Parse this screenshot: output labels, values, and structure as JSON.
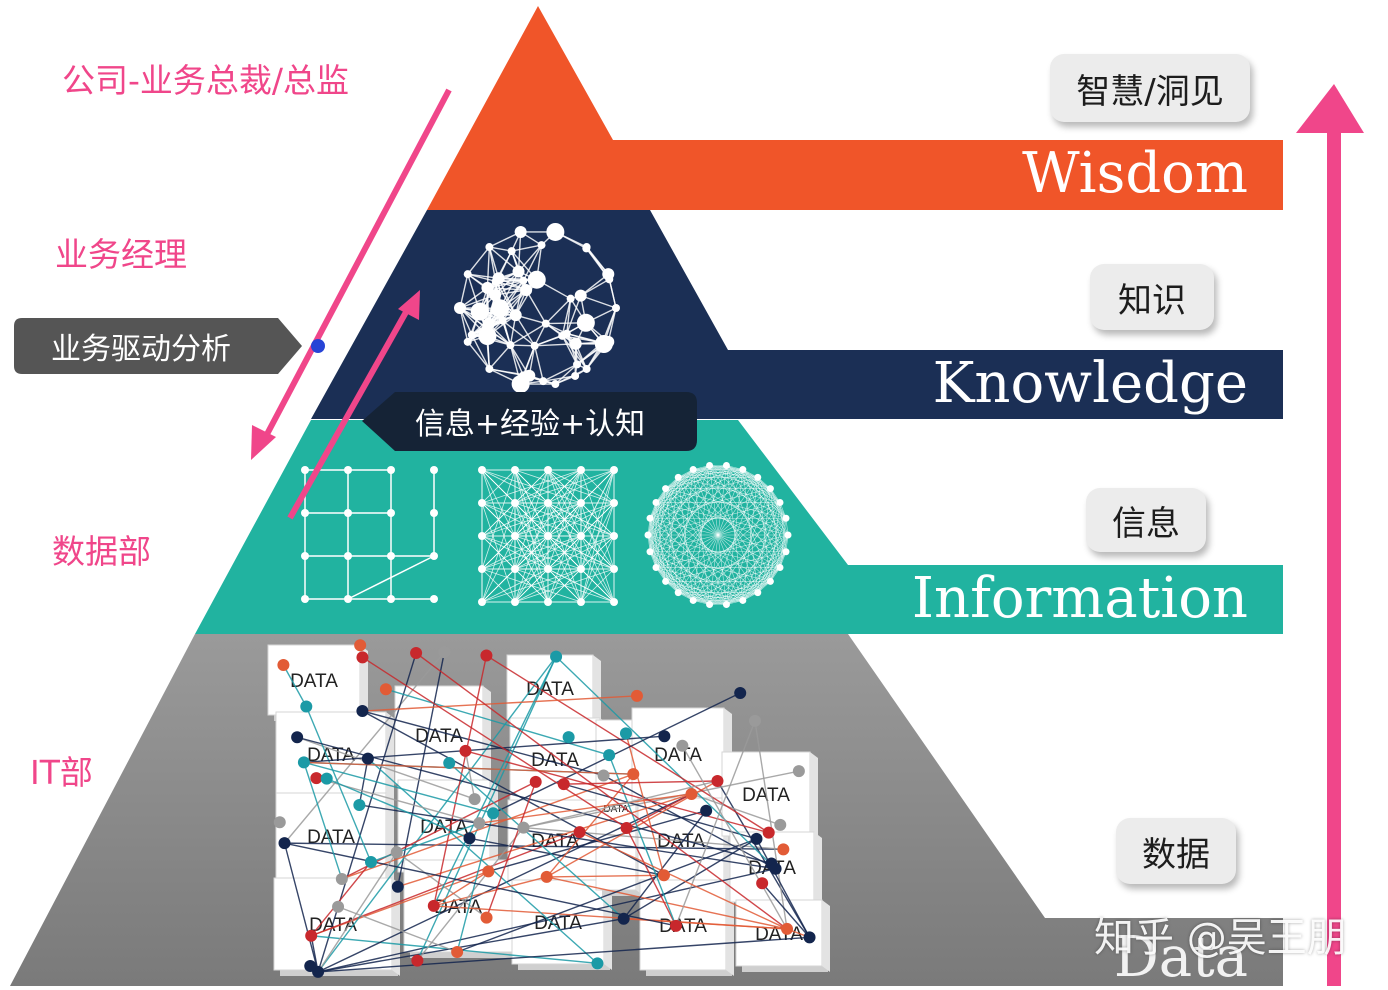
{
  "roles": {
    "executive": "公司-业务总裁/总监",
    "manager": "业务经理",
    "data_dept": "数据部",
    "it_dept": "IT部"
  },
  "callouts": {
    "business_driven": "业务驱动分析",
    "knowledge_formula": "信息+经验+认知"
  },
  "levels": [
    {
      "en": "Wisdom",
      "cn": "智慧/洞见",
      "color": "#f05529"
    },
    {
      "en": "Knowledge",
      "cn": "知识",
      "color": "#1b2f55"
    },
    {
      "en": "Information",
      "cn": "信息",
      "color": "#21b3a0"
    },
    {
      "en": "Data",
      "cn": "数据",
      "color": "#8a8a8a"
    }
  ],
  "box_label": "DATA",
  "watermark": "知乎 @吴王朋",
  "colors": {
    "role_text": "#f0468a",
    "arrow": "#f0468a",
    "callout_bg": "#555555",
    "callout_dark_bg": "#152336"
  }
}
